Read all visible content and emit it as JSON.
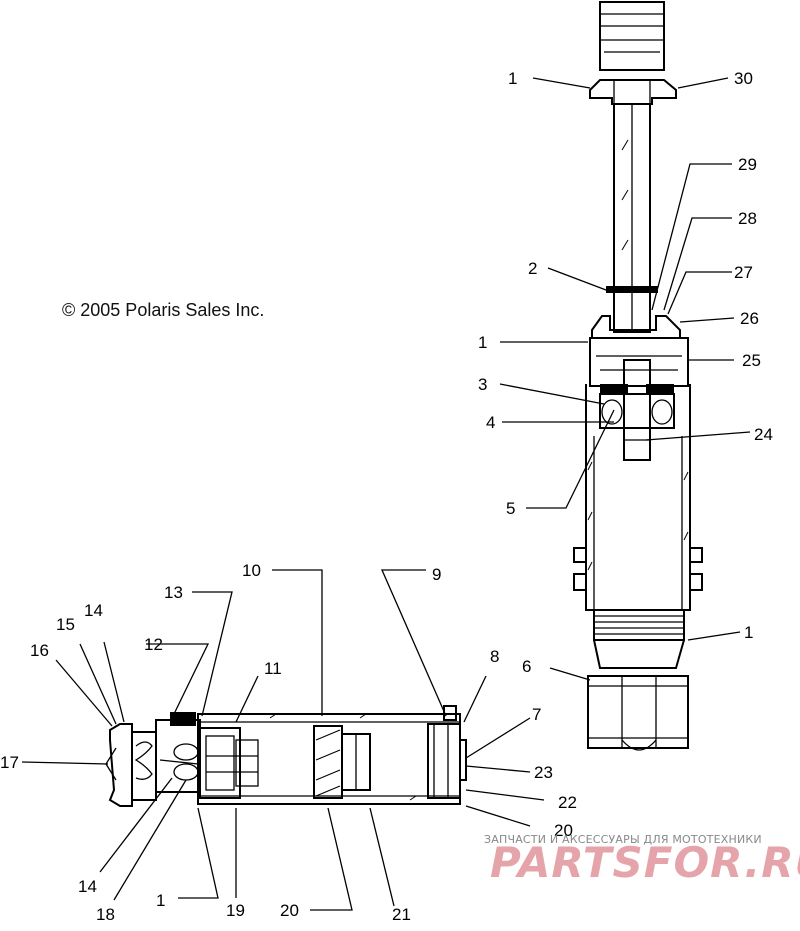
{
  "copyright": "© 2005 Polaris Sales Inc.",
  "watermark": {
    "text": "ЗАПЧАСТИ И АКСЕССУАРЫ ДЛЯ МОТОТЕХНИКИ",
    "logo": "PARTSFOR.RU"
  },
  "callouts": [
    {
      "id": "c1a",
      "label": "1"
    },
    {
      "id": "c30",
      "label": "30"
    },
    {
      "id": "c29",
      "label": "29"
    },
    {
      "id": "c28",
      "label": "28"
    },
    {
      "id": "c2",
      "label": "2"
    },
    {
      "id": "c27",
      "label": "27"
    },
    {
      "id": "c26",
      "label": "26"
    },
    {
      "id": "c1b",
      "label": "1"
    },
    {
      "id": "c25",
      "label": "25"
    },
    {
      "id": "c3",
      "label": "3"
    },
    {
      "id": "c4",
      "label": "4"
    },
    {
      "id": "c24",
      "label": "24"
    },
    {
      "id": "c5",
      "label": "5"
    },
    {
      "id": "c10",
      "label": "10"
    },
    {
      "id": "c9",
      "label": "9"
    },
    {
      "id": "c13",
      "label": "13"
    },
    {
      "id": "c1c",
      "label": "1"
    },
    {
      "id": "c14a",
      "label": "14"
    },
    {
      "id": "c15",
      "label": "15"
    },
    {
      "id": "c12",
      "label": "12"
    },
    {
      "id": "c6",
      "label": "6"
    },
    {
      "id": "c8",
      "label": "8"
    },
    {
      "id": "c16",
      "label": "16"
    },
    {
      "id": "c11",
      "label": "11"
    },
    {
      "id": "c7",
      "label": "7"
    },
    {
      "id": "c17",
      "label": "17"
    },
    {
      "id": "c23",
      "label": "23"
    },
    {
      "id": "c22",
      "label": "22"
    },
    {
      "id": "c20a",
      "label": "20"
    },
    {
      "id": "c14b",
      "label": "14"
    },
    {
      "id": "c1d",
      "label": "1"
    },
    {
      "id": "c19",
      "label": "19"
    },
    {
      "id": "c18",
      "label": "18"
    },
    {
      "id": "c20b",
      "label": "20"
    },
    {
      "id": "c21",
      "label": "21"
    }
  ]
}
